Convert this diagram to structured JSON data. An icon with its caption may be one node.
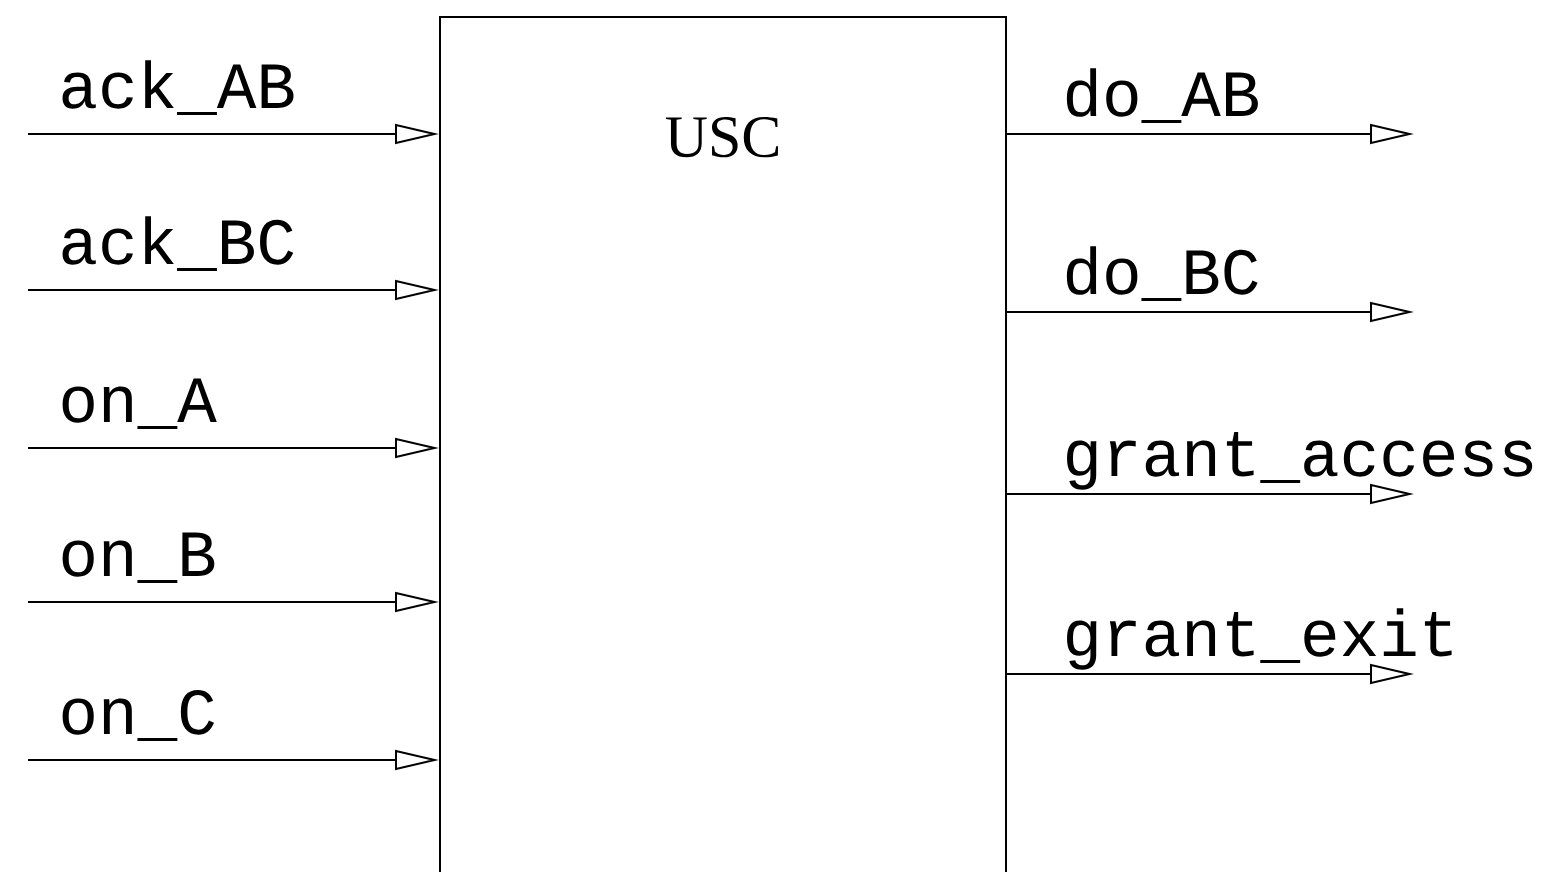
{
  "diagram": {
    "nodes": [
      {
        "text": [
          "USC"
        ]
      },
      {
        "text": [
          "ack_AB"
        ]
      },
      {
        "text": [
          "ack_BC"
        ]
      },
      {
        "text": [
          "on_A"
        ]
      },
      {
        "text": [
          "on_B"
        ]
      },
      {
        "text": [
          "on_C"
        ]
      },
      {
        "text": [
          "do_AB"
        ]
      },
      {
        "text": [
          "do_BC"
        ]
      },
      {
        "text": [
          "grant_access"
        ]
      },
      {
        "text": [
          "grant_exit"
        ]
      }
    ],
    "edges": [
      {
        "from": 1,
        "to": 0,
        "arrow": "to"
      },
      {
        "from": 2,
        "to": 0,
        "arrow": "to"
      },
      {
        "from": 3,
        "to": 0,
        "arrow": "to"
      },
      {
        "from": 4,
        "to": 0,
        "arrow": "to"
      },
      {
        "from": 5,
        "to": 0,
        "arrow": "to"
      },
      {
        "from": 0,
        "to": 6,
        "arrow": "to"
      },
      {
        "from": 0,
        "to": 7,
        "arrow": "to"
      },
      {
        "from": 0,
        "to": 8,
        "arrow": "to"
      },
      {
        "from": 0,
        "to": 9,
        "arrow": "to"
      }
    ]
  }
}
